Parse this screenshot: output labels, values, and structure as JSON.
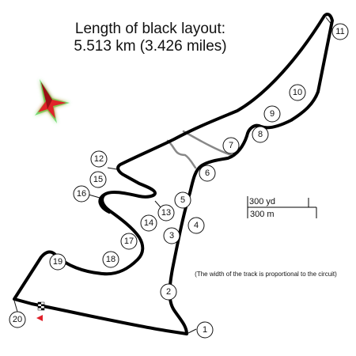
{
  "title": {
    "line1": "Length of black layout:",
    "line2": "5.513 km (3.426 miles)"
  },
  "note": "(The width of the track is proportional to the circuit)",
  "scale_bar": {
    "yards_label": "300 yd",
    "meters_label": "300 m"
  },
  "compass": {
    "icon": "north-arrow-icon",
    "colors": {
      "fill": "#e0202a",
      "glow": "#33cc33"
    }
  },
  "colors": {
    "track": "#000000",
    "alternate_layout": "#888888"
  },
  "turns": [
    {
      "number": "1"
    },
    {
      "number": "2"
    },
    {
      "number": "3"
    },
    {
      "number": "4"
    },
    {
      "number": "5"
    },
    {
      "number": "6"
    },
    {
      "number": "7"
    },
    {
      "number": "8"
    },
    {
      "number": "9"
    },
    {
      "number": "10"
    },
    {
      "number": "11"
    },
    {
      "number": "12"
    },
    {
      "number": "13"
    },
    {
      "number": "14"
    },
    {
      "number": "15"
    },
    {
      "number": "16"
    },
    {
      "number": "17"
    },
    {
      "number": "18"
    },
    {
      "number": "19"
    },
    {
      "number": "20"
    }
  ]
}
